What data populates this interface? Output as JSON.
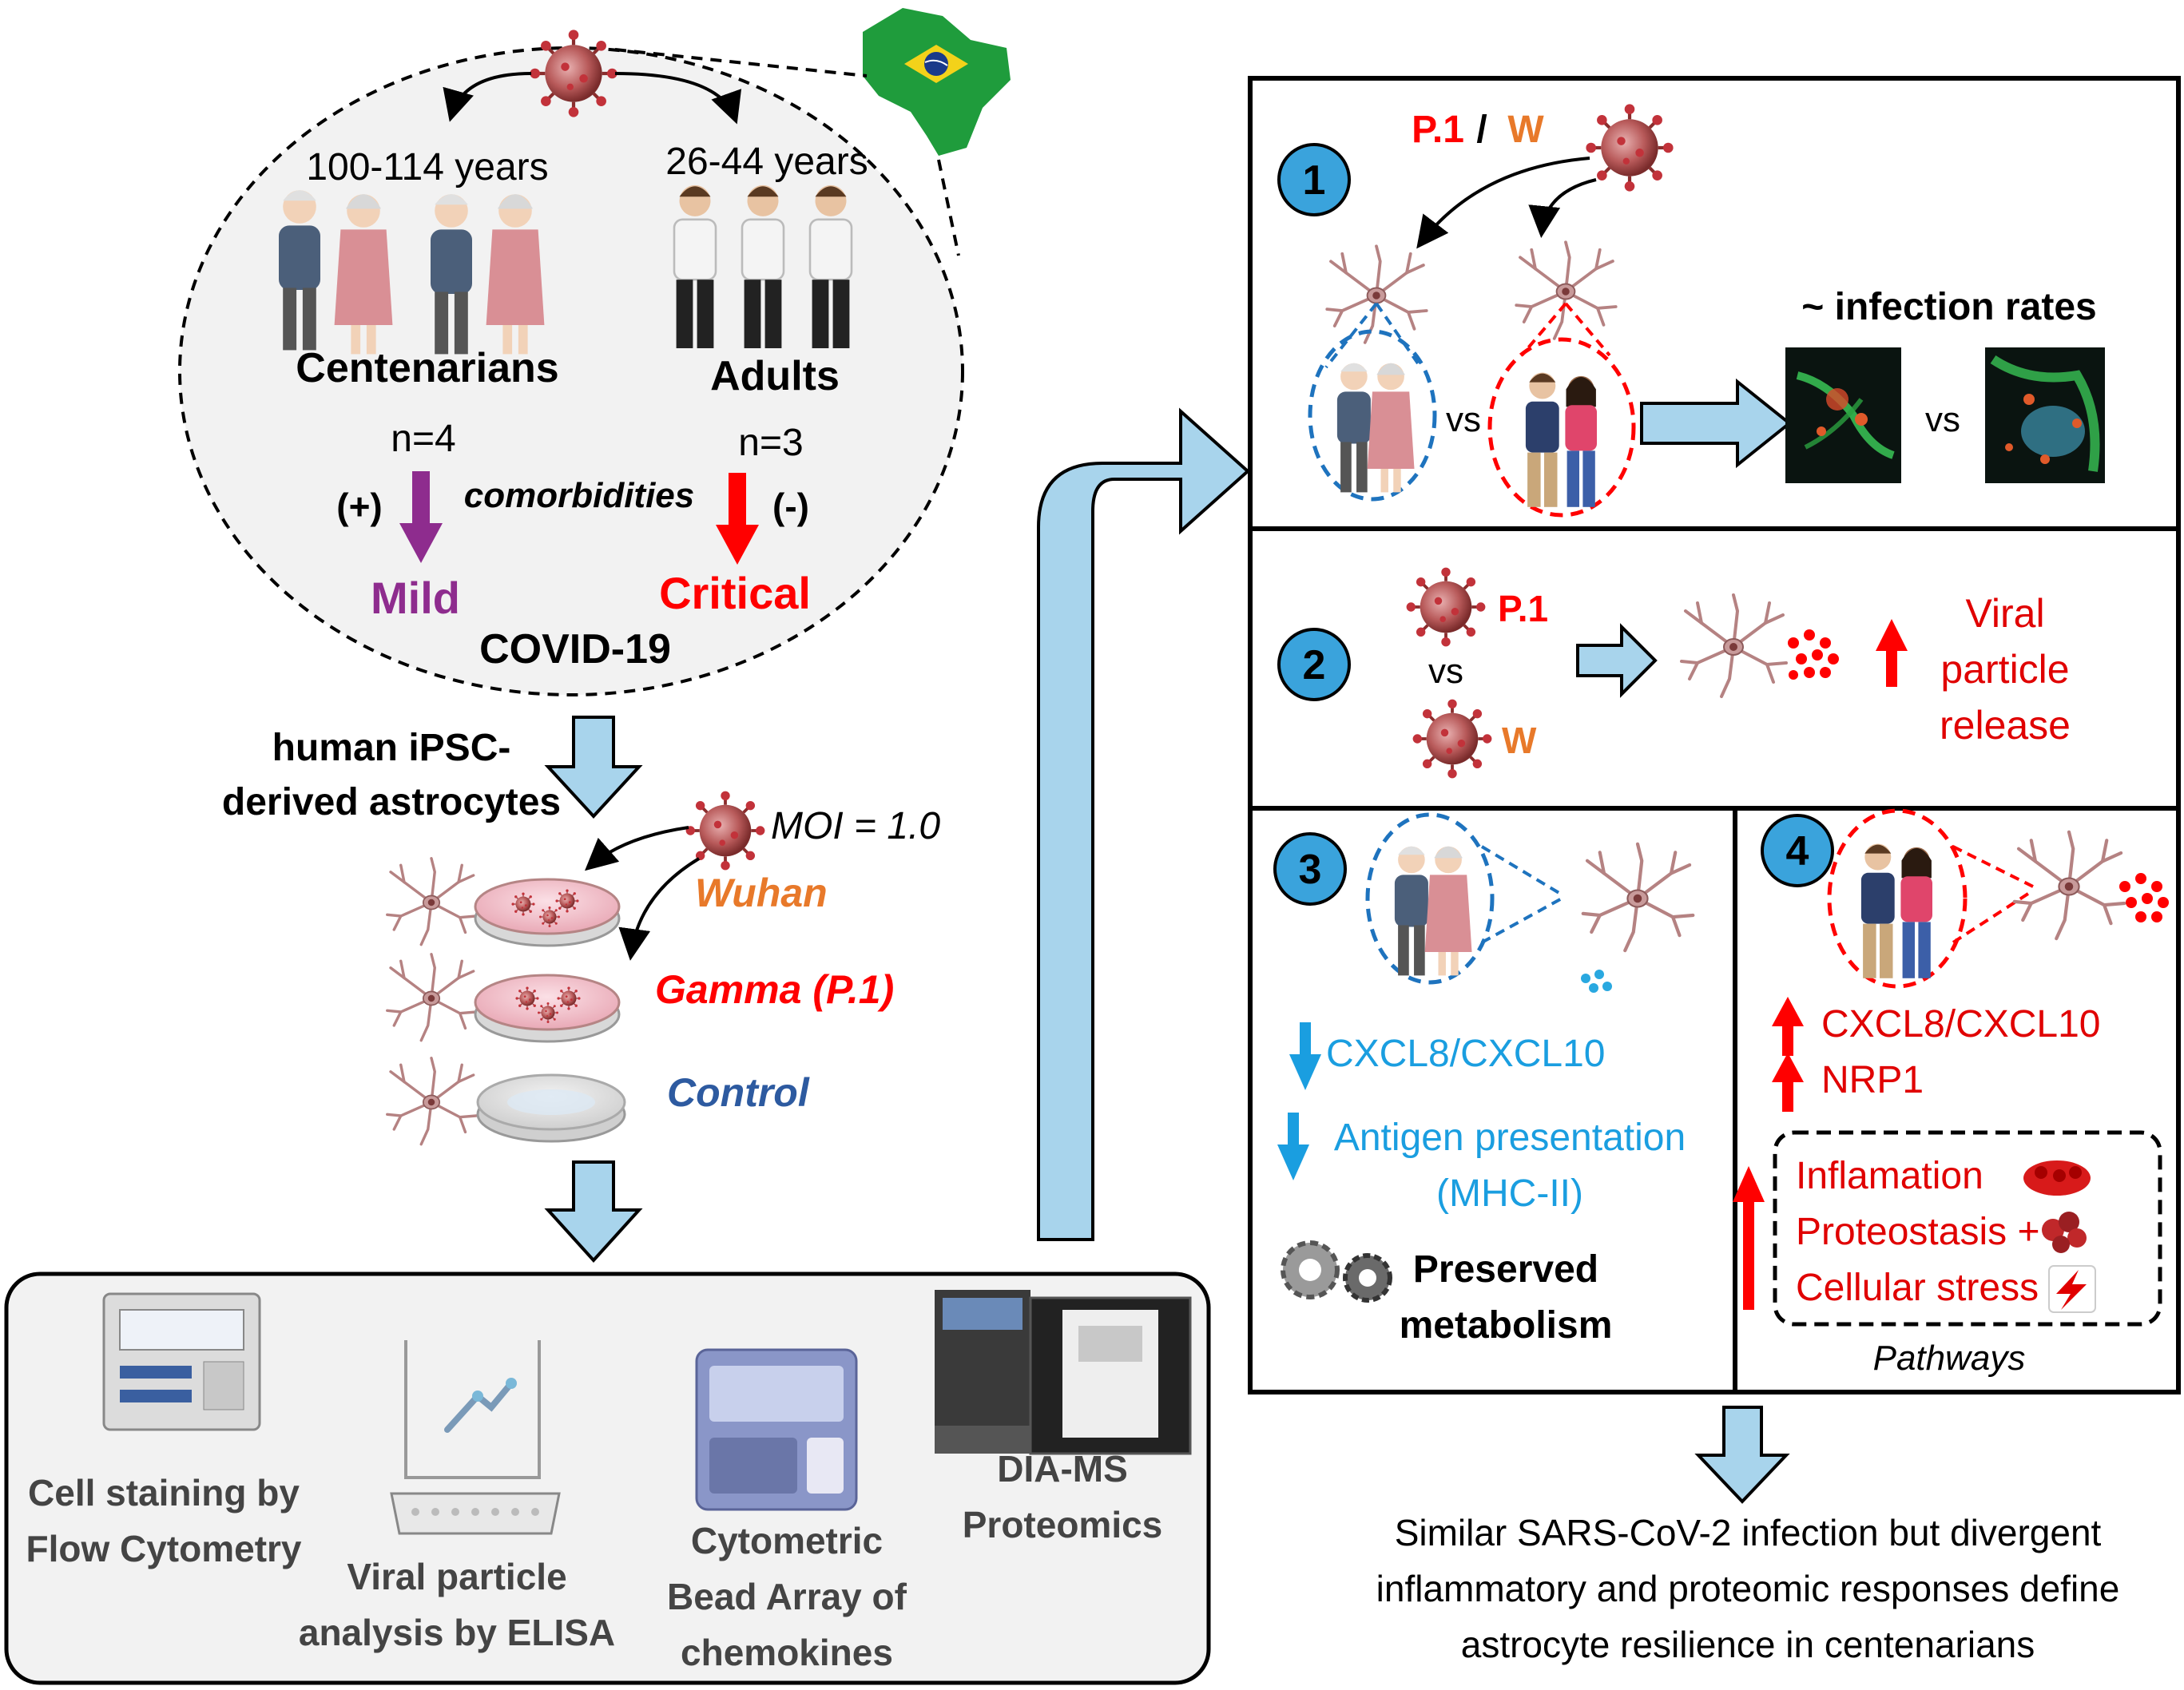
{
  "study": {
    "age_centenarians": "100-114 years",
    "age_adults": "26-44 years",
    "group_centenarians": "Centenarians",
    "group_adults": "Adults",
    "n_centenarians": "n=4",
    "n_adults": "n=3",
    "plus_sign": "(+)",
    "minus_sign": "(-)",
    "comorbidities": "comorbidities",
    "outcome_mild": "Mild",
    "outcome_critical": "Critical",
    "disease": "COVID-19"
  },
  "culture": {
    "label_line1": "human iPSC-",
    "label_line2": "derived astrocytes",
    "moi": "MOI = 1.0",
    "wuhan": "Wuhan",
    "gamma": "Gamma (P.1)",
    "control": "Control"
  },
  "methods": {
    "flow_line1": "Cell staining by",
    "flow_line2": "Flow Cytometry",
    "elisa_line1": "Viral particle",
    "elisa_line2": "analysis by ELISA",
    "cba_line1": "Cytometric",
    "cba_line2": "Bead Array of",
    "cba_line3": "chemokines",
    "ms_line1": "DIA-MS",
    "ms_line2": "Proteomics"
  },
  "panel1": {
    "number": "1",
    "p1": "P.1",
    "slash": "/",
    "w": "W",
    "vs1": "vs",
    "infection_rates": "~ infection rates",
    "vs2": "vs"
  },
  "panel2": {
    "number": "2",
    "p1": "P.1",
    "vs": "vs",
    "w": "W",
    "release_line1": "Viral",
    "release_line2": "particle",
    "release_line3": "release"
  },
  "panel3": {
    "number": "3",
    "chemokines": "CXCL8/CXCL10",
    "antigen_line1": "Antigen presentation",
    "antigen_line2": "(MHC-II)",
    "metabolism_line1": "Preserved",
    "metabolism_line2": "metabolism"
  },
  "panel4": {
    "number": "4",
    "chemokines": "CXCL8/CXCL10",
    "nrp1": "NRP1",
    "inflammation": "Inflamation",
    "proteostasis": "Proteostasis +",
    "stress": "Cellular stress",
    "pathways": "Pathways"
  },
  "conclusion": {
    "line1": "Similar SARS-CoV-2 infection but divergent",
    "line2": "inflammatory and proteomic responses define",
    "line3": "astrocyte resilience in centenarians"
  },
  "colors": {
    "purple": "#8e2c8e",
    "red": "#ff0000",
    "orange": "#e8792a",
    "blue_text": "#2d5aa0",
    "cyan": "#1a9ee0",
    "arrow_fill": "#a8d4ec",
    "circle_fill": "#3aa3dc",
    "dark_red_text": "#e00000"
  }
}
